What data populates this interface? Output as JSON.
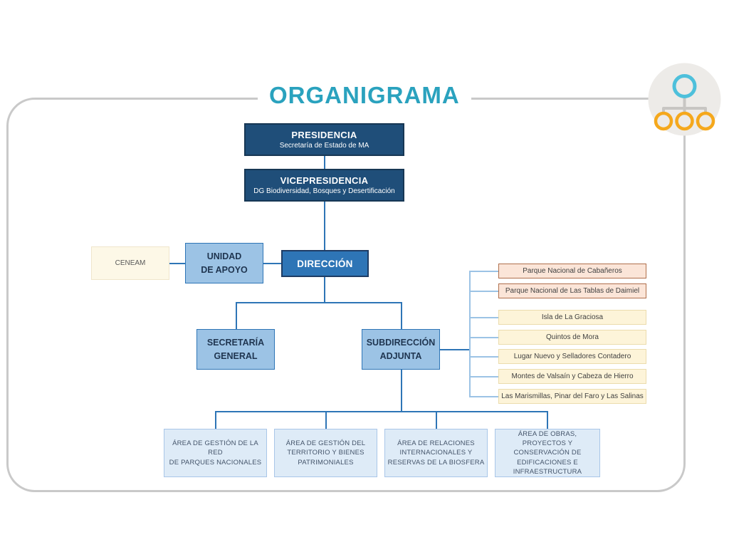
{
  "title": "ORGANIGRAMA",
  "palette": {
    "title_teal": "#2aa2be",
    "dark_navy_box": "#1f4e79",
    "medium_blue_box": "#2e75b6",
    "light_blue_box": "#9cc3e5",
    "pale_blue_box": "#deebf7",
    "cream_box": "#fdf4d9",
    "peach_box": "#fbe5d8",
    "peach_border": "#b06f4c",
    "frame_gray": "#c9c9c9",
    "icon_orange": "#f5a81c",
    "icon_teal": "#4ec0db"
  },
  "nodes": {
    "presidencia": {
      "title": "PRESIDENCIA",
      "subtitle": "Secretaría de Estado de MA"
    },
    "vicepresidencia": {
      "title": "VICEPRESIDENCIA",
      "subtitle": "DG Biodiversidad, Bosques y Desertificación"
    },
    "ceneam": {
      "label": "CENEAM"
    },
    "unidad_apoyo": {
      "label": "UNIDAD\nDE APOYO"
    },
    "direccion": {
      "label": "DIRECCIÓN"
    },
    "secretaria_general": {
      "label": "SECRETARÍA\nGENERAL"
    },
    "subdireccion_adjunta": {
      "label": "SUBDIRECCIÓN\nADJUNTA"
    }
  },
  "fincas": {
    "items": [
      {
        "label": "Parque Nacional de Cabañeros",
        "variant": "highlight"
      },
      {
        "label": "Parque Nacional de Las Tablas de Daimiel",
        "variant": "highlight"
      },
      {
        "label": "Isla de La Graciosa",
        "variant": "normal"
      },
      {
        "label": "Quintos de Mora",
        "variant": "normal"
      },
      {
        "label": "Lugar Nuevo y Selladores Contadero",
        "variant": "normal"
      },
      {
        "label": "Montes de Valsaín y Cabeza de Hierro",
        "variant": "normal"
      },
      {
        "label": "Las Marismillas, Pinar del Faro y Las Salinas",
        "variant": "normal"
      }
    ]
  },
  "areas": {
    "items": [
      {
        "label": "ÁREA DE GESTIÓN DE LA RED\nDE PARQUES NACIONALES"
      },
      {
        "label": "ÁREA DE GESTIÓN DEL\nTERRITORIO Y BIENES\nPATRIMONIALES"
      },
      {
        "label": "ÁREA DE RELACIONES\nINTERNACIONALES Y\nRESERVAS DE LA BIOSFERA"
      },
      {
        "label": "ÁREA DE OBRAS, PROYECTOS Y\nCONSERVACIÓN DE\nEDIFICACIONES E\nINFRAESTRUCTURA"
      }
    ]
  }
}
